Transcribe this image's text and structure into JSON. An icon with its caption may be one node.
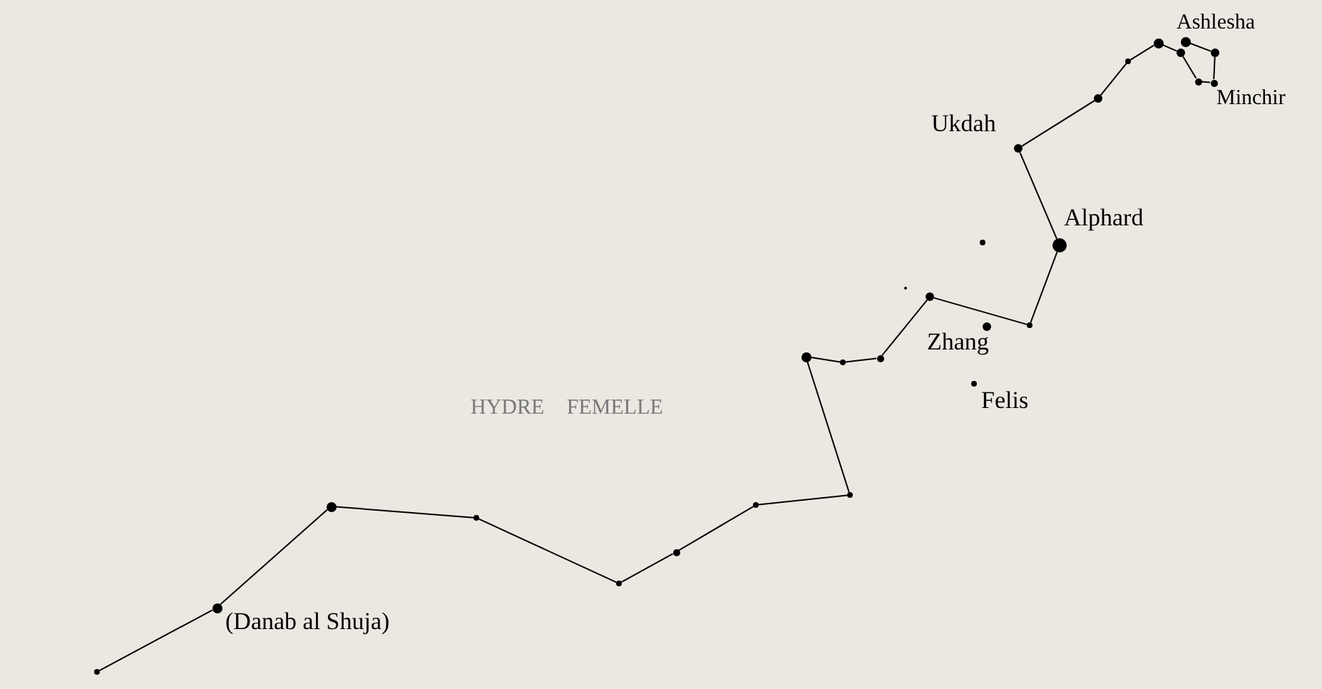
{
  "diagram": {
    "nodes": [
      {
        "text": [],
        "shape": "circle"
      },
      {
        "text": [],
        "shape": "circle",
        "beside": [
          "(Danab al Shuja)"
        ]
      },
      {
        "text": [],
        "shape": "circle"
      },
      {
        "text": [],
        "shape": "circle"
      },
      {
        "text": [],
        "shape": "circle"
      },
      {
        "text": [],
        "shape": "circle"
      },
      {
        "text": [],
        "shape": "circle"
      },
      {
        "text": [],
        "shape": "circle"
      },
      {
        "text": [],
        "shape": "circle"
      },
      {
        "text": [],
        "shape": "circle"
      },
      {
        "text": [],
        "shape": "circle"
      },
      {
        "text": [],
        "shape": "circle"
      },
      {
        "text": [],
        "shape": "circle"
      },
      {
        "text": [],
        "shape": "circle",
        "beside": [
          "Alphard"
        ]
      },
      {
        "text": [],
        "shape": "circle",
        "beside": [
          "Ukdah"
        ]
      },
      {
        "text": [],
        "shape": "circle"
      },
      {
        "text": [],
        "shape": "circle"
      },
      {
        "text": [],
        "shape": "circle"
      },
      {
        "text": [],
        "shape": "circle"
      },
      {
        "text": [],
        "shape": "circle"
      },
      {
        "text": [],
        "shape": "circle",
        "beside": [
          "Minchir"
        ]
      },
      {
        "text": [],
        "shape": "circle"
      },
      {
        "text": [],
        "shape": "circle",
        "beside": [
          "Ashlesha"
        ]
      },
      {
        "text": [],
        "shape": "circle"
      },
      {
        "text": [],
        "shape": "circle"
      },
      {
        "text": [],
        "shape": "circle",
        "beside": [
          "Zhang"
        ]
      },
      {
        "text": [],
        "shape": "circle",
        "beside": [
          "Felis"
        ]
      }
    ],
    "edges": [
      {
        "from": 0,
        "to": 1,
        "arrow": "none"
      },
      {
        "from": 1,
        "to": 2,
        "arrow": "none"
      },
      {
        "from": 2,
        "to": 3,
        "arrow": "none"
      },
      {
        "from": 3,
        "to": 4,
        "arrow": "none"
      },
      {
        "from": 4,
        "to": 5,
        "arrow": "none"
      },
      {
        "from": 5,
        "to": 6,
        "arrow": "none"
      },
      {
        "from": 6,
        "to": 7,
        "arrow": "none"
      },
      {
        "from": 7,
        "to": 8,
        "arrow": "none"
      },
      {
        "from": 8,
        "to": 9,
        "arrow": "none"
      },
      {
        "from": 9,
        "to": 10,
        "arrow": "none"
      },
      {
        "from": 10,
        "to": 11,
        "arrow": "none"
      },
      {
        "from": 11,
        "to": 12,
        "arrow": "none"
      },
      {
        "from": 12,
        "to": 13,
        "arrow": "none"
      },
      {
        "from": 13,
        "to": 14,
        "arrow": "none"
      },
      {
        "from": 14,
        "to": 15,
        "arrow": "none"
      },
      {
        "from": 15,
        "to": 16,
        "arrow": "none"
      },
      {
        "from": 16,
        "to": 17,
        "arrow": "none"
      },
      {
        "from": 17,
        "to": 18,
        "arrow": "none"
      },
      {
        "from": 18,
        "to": 19,
        "arrow": "none"
      },
      {
        "from": 19,
        "to": 20,
        "arrow": "none"
      },
      {
        "from": 20,
        "to": 21,
        "arrow": "none"
      },
      {
        "from": 21,
        "to": 22,
        "arrow": "none"
      }
    ],
    "labels": [
      "HYDRE FEMELLE"
    ]
  }
}
